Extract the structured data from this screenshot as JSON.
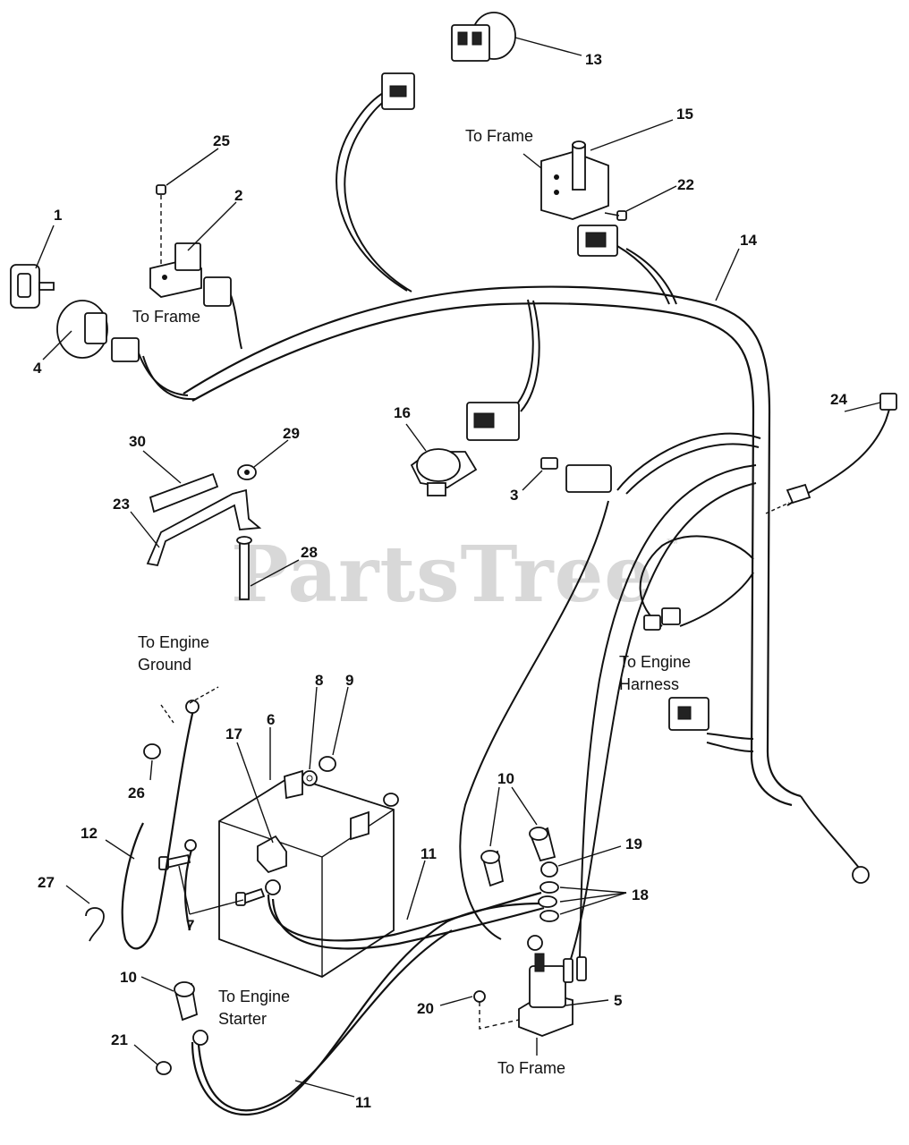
{
  "watermark": {
    "text": "PartsTree",
    "trademark": "™"
  },
  "callouts": {
    "c1": "1",
    "c2": "2",
    "c3": "3",
    "c4": "4",
    "c5": "5",
    "c6": "6",
    "c7": "7",
    "c8": "8",
    "c9": "9",
    "c10a": "10",
    "c10b": "10",
    "c11a": "11",
    "c11b": "11",
    "c12": "12",
    "c13": "13",
    "c14": "14",
    "c15": "15",
    "c16": "16",
    "c17": "17",
    "c18": "18",
    "c19": "19",
    "c20": "20",
    "c21": "21",
    "c22": "22",
    "c23": "23",
    "c24": "24",
    "c25": "25",
    "c26": "26",
    "c27": "27",
    "c28": "28",
    "c29": "29",
    "c30": "30"
  },
  "labels": {
    "to_frame_top": "To Frame",
    "to_frame_left": "To Frame",
    "to_frame_bottom": "To Frame",
    "to_engine_ground_1": "To Engine",
    "to_engine_ground_2": "Ground",
    "to_engine_harness_1": "To Engine",
    "to_engine_harness_2": "Harness",
    "to_engine_starter_1": "To Engine",
    "to_engine_starter_2": "Starter"
  }
}
